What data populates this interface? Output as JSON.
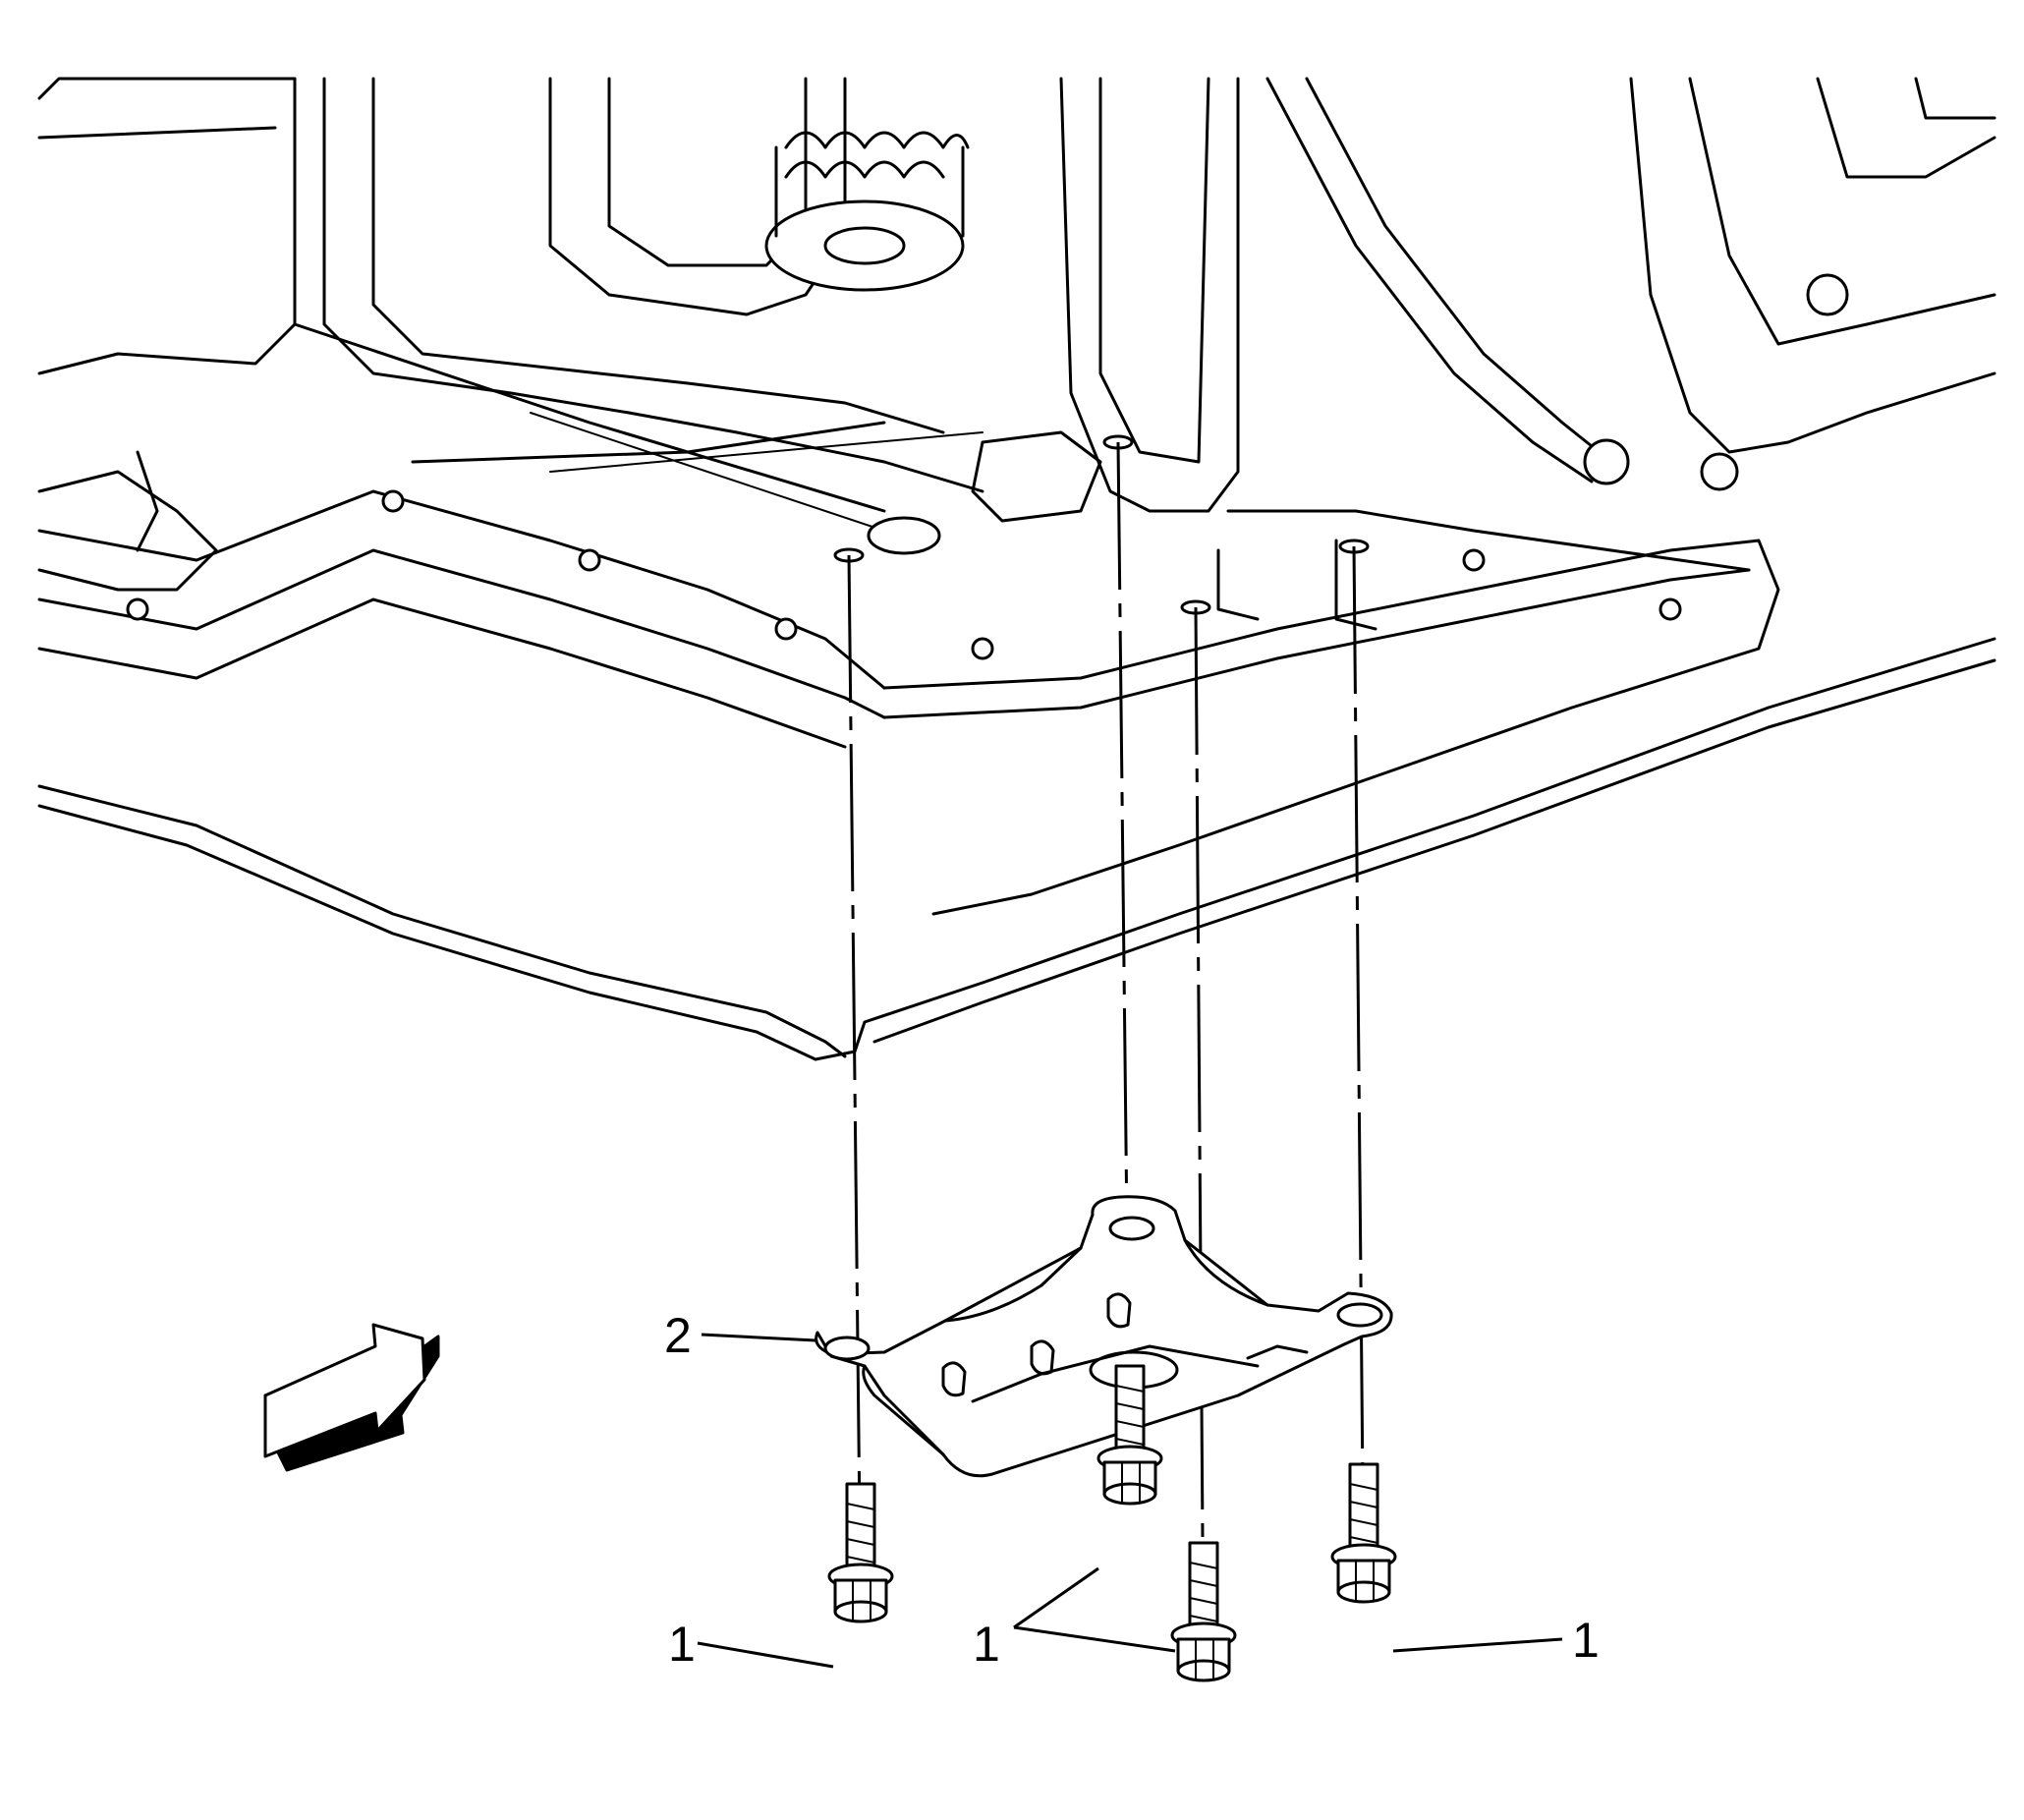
{
  "callouts": [
    {
      "id": "bolt-left",
      "label": "1"
    },
    {
      "id": "bolts-center",
      "label": "1"
    },
    {
      "id": "bolt-right",
      "label": "1"
    },
    {
      "id": "skid-plate",
      "label": "2"
    }
  ],
  "colors": {
    "line": "#000000",
    "background": "#ffffff"
  }
}
